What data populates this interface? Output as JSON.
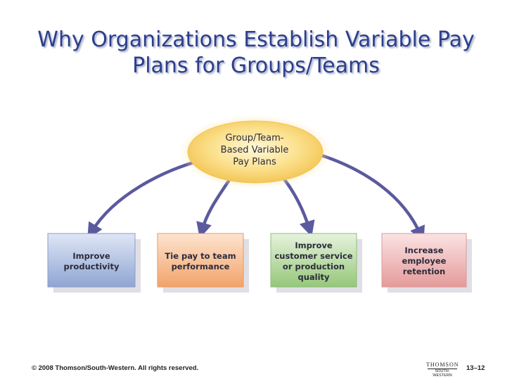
{
  "slide": {
    "title_line1": "Why Organizations Establish Variable Pay",
    "title_line2": "Plans for Groups/Teams"
  },
  "center": {
    "label": "Group/Team-\nBased Variable\nPay Plans",
    "color": "#f7d36a"
  },
  "boxes": [
    {
      "label": "Improve\nproductivity",
      "color": "#a9b8dc"
    },
    {
      "label": "Tie pay to team\nperformance",
      "color": "#f6b98c"
    },
    {
      "label": "Improve\ncustomer service\nor production\nquality",
      "color": "#b4d8a0"
    },
    {
      "label": "Increase\nemployee\nretention",
      "color": "#eeb3b3"
    }
  ],
  "footer": {
    "copyright": "© 2008 Thomson/South-Western. All rights reserved.",
    "page": "13–12",
    "logo_line1": "THOMSON",
    "logo_line2": "SOUTH-WESTERN"
  },
  "arrow_color": "#5b5a9e"
}
